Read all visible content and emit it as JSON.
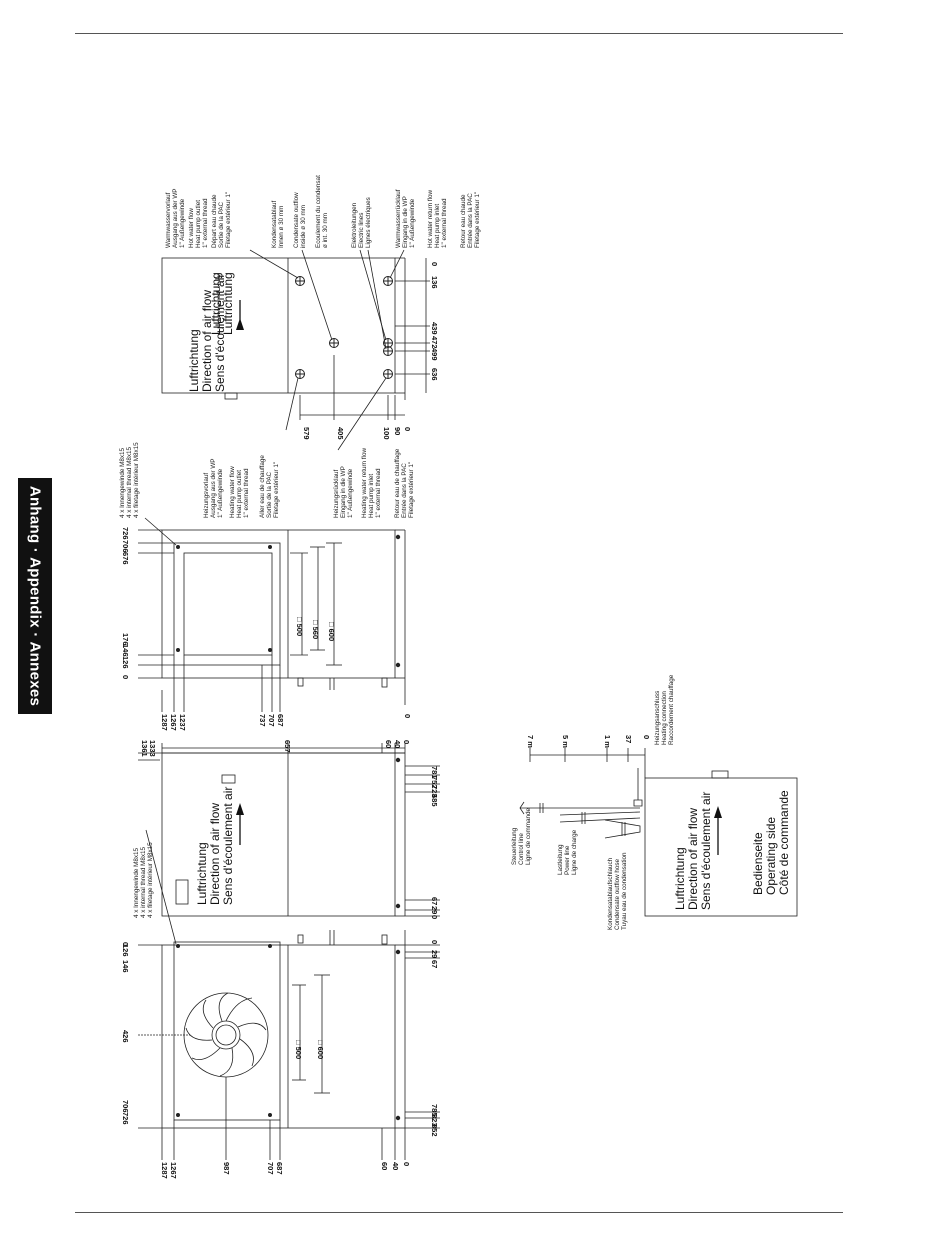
{
  "sidebar_tab": "Anhang · Appendix · Annexes",
  "air_flow": [
    "Luftrichtung",
    "Direction of air flow",
    "Sens d'écoulement air"
  ],
  "operating_side": [
    "Bedienseite",
    "Operating side",
    "Côté de commande"
  ],
  "thread_note": [
    "4 x Innengewinde M8x15",
    "4 x internal thread M8x15",
    "4 x filetage intérieur M8x15"
  ],
  "labels": {
    "warmwasservorlauf": [
      "Warmwasservorlauf",
      "Ausgang aus der WP",
      "1\" Außengewinde",
      "Hot water flow",
      "Heat pump outlet",
      "1\" external thread",
      "Départ eau chaude",
      "Sortie de la PAC",
      "Filetage extérieur 1\""
    ],
    "kondensatablauf": [
      "Kondensatablauf",
      "Innen ø 30 mm",
      "Condensate outflow",
      "inside ø 30 mm",
      "Ecoulement du condensat",
      "ø int. 30 mm"
    ],
    "elektroleitungen": [
      "Elektroleitungen",
      "Electric lines",
      "Lignes électriques"
    ],
    "warmwasserrucklauf": [
      "Warmwasserrücklauf",
      "Eingang in die WP",
      "1\" Außengewinde",
      "Hot water return flow",
      "Heat pump inlet",
      "1\" external thread",
      "Retour eau chaude",
      "Entrée dans la PAC",
      "Filetage extérieur 1\""
    ],
    "heizungsvorlauf": [
      "Heizungsvorlauf",
      "Ausgang aus der WP",
      "1\" Außengewinde",
      "Heating water flow",
      "Heat pump outlet",
      "1\" external thread",
      "Aller eau de chauffage",
      "Sortie de la PAC",
      "Filetage extérieur 1\""
    ],
    "heizungsrucklauf": [
      "Heizungsrücklauf",
      "Eingang in die WP",
      "1\" Außengewinde",
      "Heating water return flow",
      "Heat pump inlet",
      "1\" external thread",
      "Retour eau de chauffage",
      "Entrée dans la PAC",
      "Filetage extérieur 1\""
    ],
    "steuerleitung": [
      "Steuerleitung",
      "Control line",
      "Ligne de commande"
    ],
    "lastleitung": [
      "Lastleitung",
      "Power line",
      "Ligne de charge"
    ],
    "kondensatschlauch": [
      "Kondensatablaufschlauch",
      "Condensate outflow hose",
      "Tuyau eau de condensation"
    ],
    "heizungsanschluss": [
      "Heizungsanschluss",
      "Heating connection",
      "Raccordement chauffage"
    ]
  },
  "dims": {
    "tr_right": [
      "0",
      "136",
      "439",
      "472",
      "499",
      "636"
    ],
    "tr_bottom": [
      "579",
      "405",
      "100",
      "90",
      "0"
    ],
    "tm_top": [
      "726",
      "706",
      "676",
      "176",
      "146",
      "126",
      "0"
    ],
    "tm_bottom": [
      "1287",
      "1267",
      "1237",
      "737",
      "707",
      "687",
      "0"
    ],
    "tm_inner": [
      "□ 500",
      "□ 560",
      "□ 600"
    ],
    "bm_top": [
      "1361",
      "1333",
      "657",
      "60",
      "40",
      "0"
    ],
    "bm_right": [
      "781",
      "752",
      "723",
      "685",
      "67",
      "29",
      "0"
    ],
    "bl_top": [
      "0",
      "126",
      "146",
      "426",
      "706",
      "726"
    ],
    "bl_right": [
      "0",
      "29",
      "67",
      "785",
      "823",
      "852"
    ],
    "bl_bottom": [
      "1287",
      "1267",
      "987",
      "707",
      "687",
      "60",
      "40",
      "0"
    ],
    "bl_inner": [
      "□ 500",
      "□ 600"
    ],
    "br_top": [
      "7 m",
      "5 m",
      "1 m",
      "37",
      "0"
    ]
  }
}
